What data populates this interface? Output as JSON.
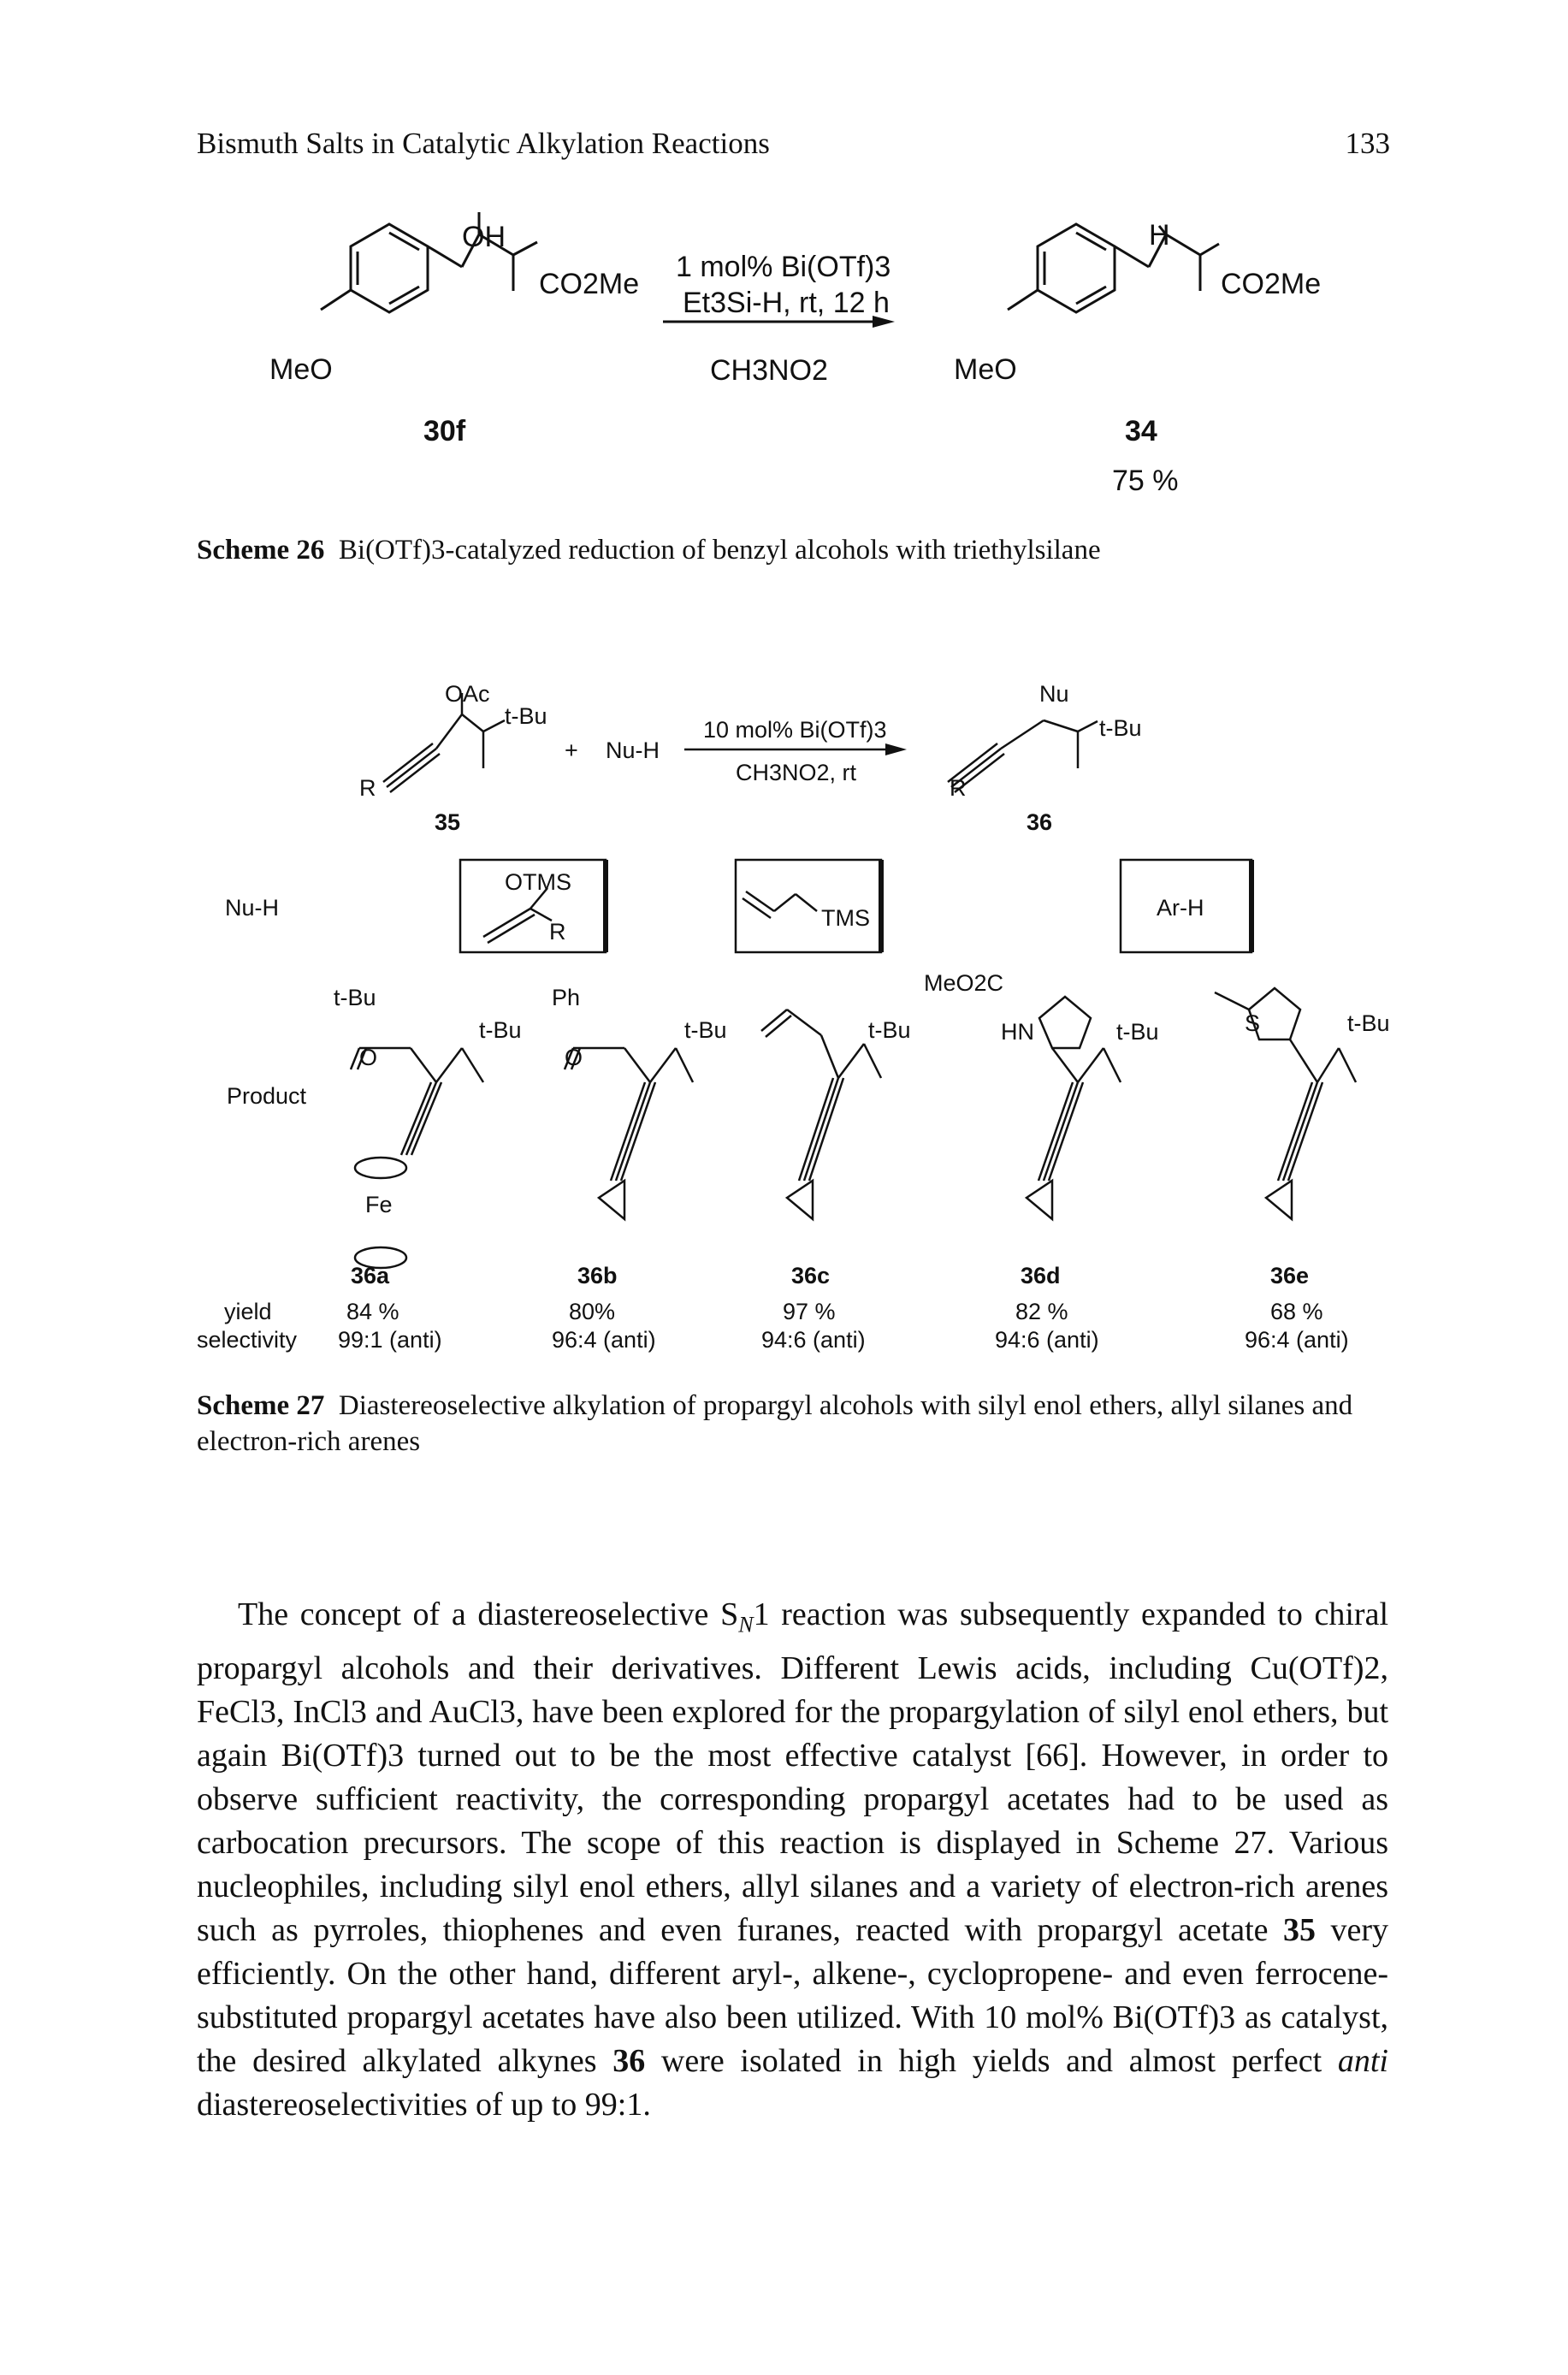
{
  "header": {
    "running_title": "Bismuth Salts in Catalytic Alkylation Reactions",
    "page_number": "133"
  },
  "scheme26": {
    "reactant": {
      "oh": "OH",
      "ester": "CO2Me",
      "meo": "MeO",
      "label": "30f"
    },
    "conditions": {
      "line1": "1 mol% Bi(OTf)3",
      "line2": "Et3Si-H, rt, 12 h",
      "solvent": "CH3NO2"
    },
    "product": {
      "h": "H",
      "ester": "CO2Me",
      "meo": "MeO",
      "label": "34",
      "yield": "75 %"
    },
    "caption_label": "Scheme 26",
    "caption_text": "Bi(OTf)3-catalyzed reduction of benzyl alcohols with triethylsilane"
  },
  "scheme27": {
    "reactant": {
      "oac": "OAc",
      "tbu": "t-Bu",
      "r": "R",
      "label": "35"
    },
    "plus": "+",
    "nucleophile": "Nu-H",
    "conditions": {
      "line1": "10 mol% Bi(OTf)3",
      "solvent": "CH3NO2, rt"
    },
    "product": {
      "nu": "Nu",
      "tbu": "t-Bu",
      "r": "R",
      "label": "36"
    },
    "row_labels": {
      "nuh": "Nu-H",
      "product": "Product",
      "yield": "yield",
      "selectivity": "selectivity"
    },
    "nu_boxes": {
      "silyl_otms": "OTMS",
      "silyl_r": "R",
      "allyl_tms": "TMS",
      "arene": "Ar-H"
    },
    "entries": [
      {
        "label": "36a",
        "yield": "84 %",
        "selectivity": "99:1 (anti)",
        "tbu1": "t-Bu",
        "tbu2": "t-Bu",
        "o": "O",
        "fe": "Fe"
      },
      {
        "label": "36b",
        "yield": "80%",
        "selectivity": "96:4 (anti)",
        "ph": "Ph",
        "tbu": "t-Bu",
        "o": "O"
      },
      {
        "label": "36c",
        "yield": "97 %",
        "selectivity": "94:6 (anti)",
        "tbu": "t-Bu"
      },
      {
        "label": "36d",
        "yield": "82 %",
        "selectivity": "94:6 (anti)",
        "meo2c": "MeO2C",
        "hn": "HN",
        "tbu": "t-Bu"
      },
      {
        "label": "36e",
        "yield": "68 %",
        "selectivity": "96:4 (anti)",
        "s": "S",
        "tbu": "t-Bu"
      }
    ],
    "caption_label": "Scheme 27",
    "caption_text": "Diastereoselective alkylation of propargyl alcohols with silyl enol ethers, allyl silanes and electron-rich arenes"
  },
  "body": {
    "p1": "The concept of a diastereoselective S",
    "p1_sub": "N",
    "p2": "1 reaction was subsequently expanded to chiral propargyl alcohols and their derivatives. Different Lewis acids, including Cu(OTf)2, FeCl3, InCl3 and AuCl3, have been explored for the propargylation of silyl enol ethers, but again Bi(OTf)3 turned out to be the most effective catalyst [66]. However, in order to observe sufficient reactivity, the corresponding propargyl acetates had to be used as carbocation precursors. The scope of this reaction is displayed in Scheme 27. Various nucleophiles, including silyl enol ethers, allyl silanes and a variety of electron-rich arenes such as pyrroles, thiophenes and even furanes, reacted with propargyl acetate ",
    "p2_bold": "35",
    "p3": " very efficiently. On the other hand, different aryl-, alkene-, cyclopropene- and even ferrocene-substituted propargyl acetates have also been utilized. With 10 mol% Bi(OTf)3 as catalyst, the desired alkylated alkynes ",
    "p3_bold": "36",
    "p4": " were isolated in high yields and almost perfect ",
    "p4_ital": "anti",
    "p5": " diastereoselectivities of up to 99:1."
  }
}
